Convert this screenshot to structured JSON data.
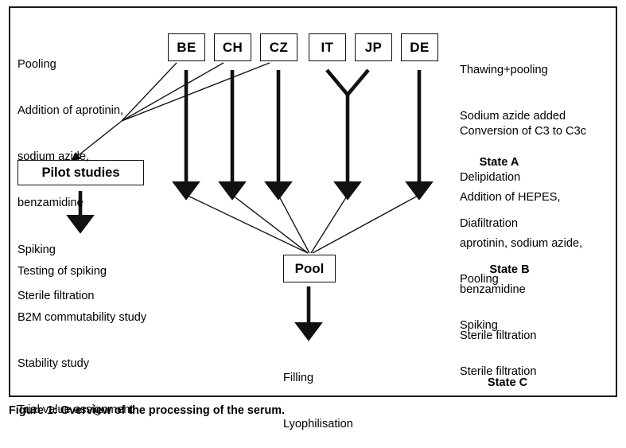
{
  "figure": {
    "caption": "Figure 1: Overview of the processing of the serum."
  },
  "left_top_steps": {
    "lines": [
      "Pooling",
      "Addition of aprotinin,",
      "sodium azide,",
      "benzamidine",
      "Spiking",
      "Sterile filtration"
    ]
  },
  "left_bottom_outputs": {
    "lines": [
      "Testing of spiking",
      "B2M commutability study",
      "Stability study",
      "Trial value assignment"
    ]
  },
  "right_steps": {
    "group_a": {
      "lines": [
        "Thawing+pooling",
        "Sodium azide added"
      ],
      "state": "State A"
    },
    "group_b": {
      "lines": [
        "Conversion of C3 to C3c",
        "Delipidation",
        "Diafiltration"
      ],
      "state": "State B"
    },
    "group_c": {
      "lines": [
        "Addition of HEPES,",
        "aprotinin, sodium azide,",
        "benzamidine",
        "Sterile filtration"
      ],
      "state": "State C"
    },
    "group_d": {
      "lines": [
        "Pooling",
        "Spiking",
        "Sterile filtration"
      ]
    }
  },
  "nodes": {
    "countries": [
      {
        "id": "be",
        "label": "BE"
      },
      {
        "id": "ch",
        "label": "CH"
      },
      {
        "id": "cz",
        "label": "CZ"
      },
      {
        "id": "it",
        "label": "IT"
      },
      {
        "id": "jp",
        "label": "JP"
      },
      {
        "id": "de",
        "label": "DE"
      }
    ],
    "pilot": "Pilot studies",
    "pool": "Pool"
  },
  "final_steps": {
    "lines": [
      "Filling",
      "Lyophilisation"
    ]
  },
  "colors": {
    "stroke": "#111111",
    "frame": "#1a1a1a",
    "background": "#ffffff"
  }
}
